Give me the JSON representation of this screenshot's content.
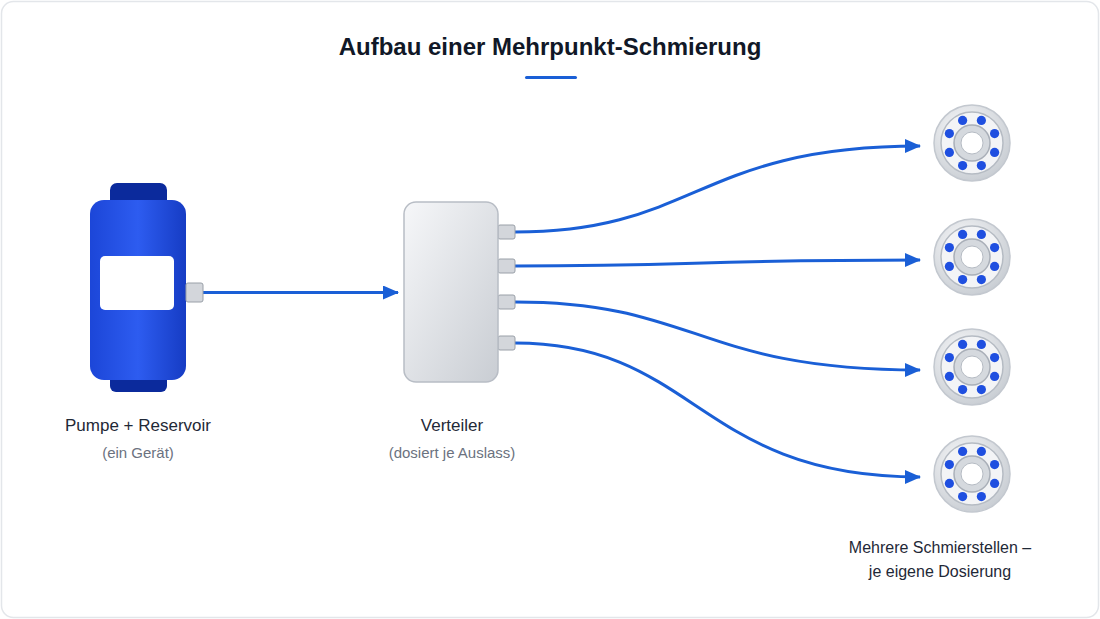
{
  "diagram": {
    "title": "Aufbau einer Mehrpunkt-Schmierung",
    "nodes": [
      {
        "text": [
          "Pumpe + Reservoir",
          "(ein Gerät)"
        ]
      },
      {
        "text": [
          "Verteiler",
          "(dosiert je Auslass)"
        ]
      },
      {
        "text": [
          "Mehrere Schmierstellen – je eigene Dosierung"
        ]
      }
    ],
    "edges": [
      {
        "from": 0,
        "to": 1,
        "arrow": "to"
      },
      {
        "from": 1,
        "to": 2,
        "arrow": "to"
      },
      {
        "from": 1,
        "to": 2,
        "arrow": "to"
      },
      {
        "from": 1,
        "to": 2,
        "arrow": "to"
      },
      {
        "from": 1,
        "to": 2,
        "arrow": "to"
      }
    ]
  }
}
